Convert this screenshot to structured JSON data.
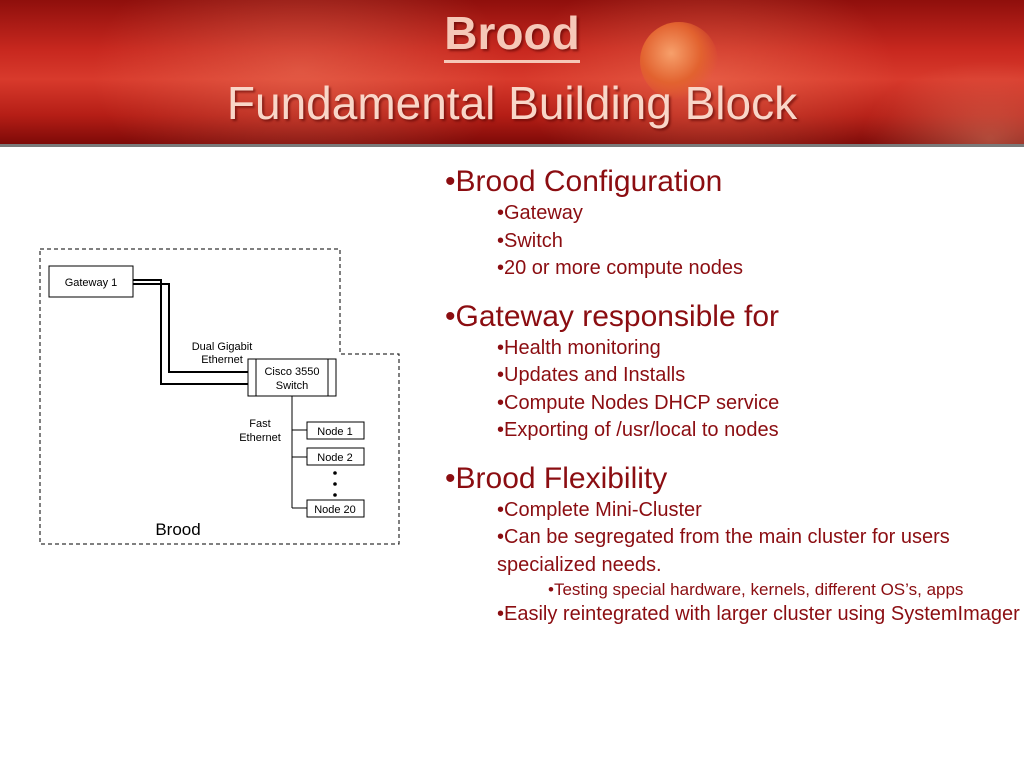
{
  "title": {
    "main": "Brood",
    "sub": "Fundamental Building Block"
  },
  "diagram": {
    "gateway": "Gateway 1",
    "link_label_line1": "Dual Gigabit",
    "link_label_line2": "Ethernet",
    "switch_line1": "Cisco 3550",
    "switch_line2": "Switch",
    "fast_line1": "Fast",
    "fast_line2": "Ethernet",
    "node1": "Node 1",
    "node2": "Node 2",
    "node20": "Node 20",
    "brood_label": "Brood"
  },
  "bullets": [
    {
      "text": "•Brood Configuration",
      "children": [
        "•Gateway",
        "•Switch",
        "•20 or more compute nodes"
      ]
    },
    {
      "text": "•Gateway responsible for",
      "children": [
        "•Health monitoring",
        "•Updates and Installs",
        "•Compute Nodes DHCP service",
        "•Exporting of /usr/local to nodes"
      ]
    },
    {
      "text": "•Brood Flexibility",
      "children": [
        "•Complete Mini-Cluster",
        "•Can be segregated from the main cluster for users specialized needs."
      ],
      "grandchild": "•Testing special hardware, kernels, different OS’s, apps",
      "last": "•Easily reintegrated with larger cluster using SystemImager"
    }
  ],
  "colors": {
    "accent_text": "#8b0d11",
    "header_red": "#c8281f"
  }
}
